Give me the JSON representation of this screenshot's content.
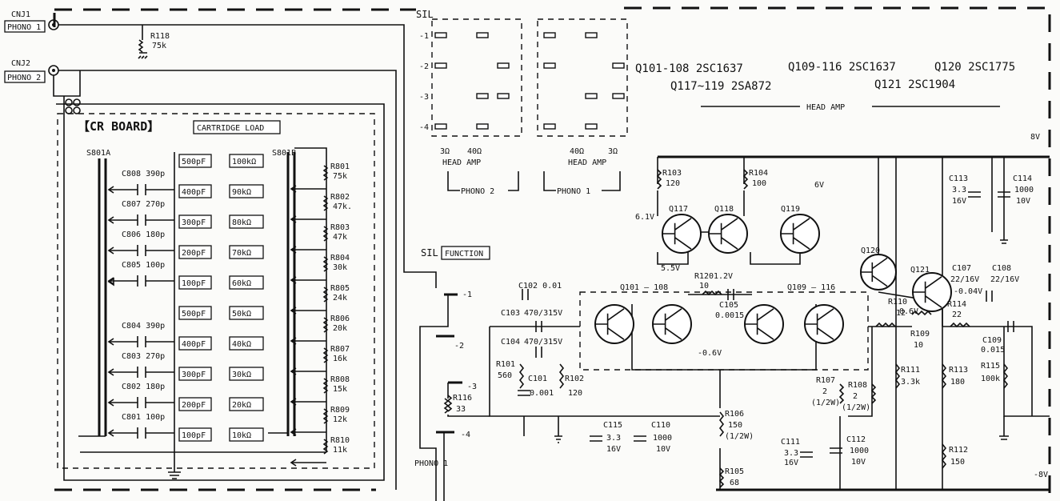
{
  "connectors": {
    "cnj1": "CNJ1",
    "phono1": "PHONO 1",
    "cnj2": "CNJ2",
    "phono2": "PHONO 2"
  },
  "r118": {
    "ref": "R118",
    "value": "75k"
  },
  "cr_board": {
    "title": "【CR BOARD】",
    "cartridge_load": "CARTRIDGE LOAD",
    "switch_a": "S801A",
    "switch_b": "S801B",
    "capacitors": [
      {
        "ref": "C808",
        "value": "390p"
      },
      {
        "ref": "C807",
        "value": "270p"
      },
      {
        "ref": "C806",
        "value": "180p"
      },
      {
        "ref": "C805",
        "value": "100p"
      },
      {
        "ref": "C804",
        "value": "390p"
      },
      {
        "ref": "C803",
        "value": "270p"
      },
      {
        "ref": "C802",
        "value": "180p"
      },
      {
        "ref": "C801",
        "value": "100p"
      }
    ],
    "cap_labels": [
      "500pF",
      "400pF",
      "300pF",
      "200pF",
      "100pF",
      "500pF",
      "400pF",
      "300pF",
      "200pF",
      "100pF"
    ],
    "res_labels": [
      "100kΩ",
      "90kΩ",
      "80kΩ",
      "70kΩ",
      "60kΩ",
      "50kΩ",
      "40kΩ",
      "30kΩ",
      "20kΩ",
      "10kΩ"
    ],
    "resistors": [
      {
        "ref": "R801",
        "value": "75k"
      },
      {
        "ref": "R802",
        "value": "47k."
      },
      {
        "ref": "R803",
        "value": "47k"
      },
      {
        "ref": "R804",
        "value": "30k"
      },
      {
        "ref": "R805",
        "value": "24k"
      },
      {
        "ref": "R806",
        "value": "20k"
      },
      {
        "ref": "R807",
        "value": "16k"
      },
      {
        "ref": "R808",
        "value": "15k"
      },
      {
        "ref": "R809",
        "value": "12k"
      },
      {
        "ref": "R810",
        "value": "11k"
      }
    ]
  },
  "sil": {
    "label": "SIL",
    "pins": [
      "-1",
      "-2",
      "-3",
      "-4"
    ],
    "phono2_head": "3Ω",
    "phono2_amp": "40Ω",
    "phono1_head": "40Ω",
    "phono1_amp": "3Ω",
    "head_amp": "HEAD AMP",
    "phono2": "PHONO 2",
    "phono1": "PHONO 1"
  },
  "function": {
    "sil": "SIL",
    "label": "FUNCTION",
    "pins": [
      "-1",
      "-2",
      "-3",
      "-4"
    ],
    "phono1": "PHONO 1"
  },
  "transistor_notes": {
    "q101": "Q101-108 2SC1637",
    "q117": "Q117~119 2SA872",
    "q109": "Q109-116 2SC1637",
    "q120": "Q120 2SC1775",
    "q121": "Q121 2SC1904",
    "head_amp": "HEAD AMP"
  },
  "parts": {
    "r103": {
      "ref": "R103",
      "value": "120"
    },
    "r104": {
      "ref": "R104",
      "value": "100"
    },
    "q117": "Q117",
    "q118": "Q118",
    "q119": "Q119",
    "v61": "6.1V",
    "v6": "6V",
    "v55": "5.5V",
    "r120": "R120",
    "v12": "1.2V",
    "r120_val": "10",
    "c105": {
      "ref": "C105",
      "value": "0.0015"
    },
    "q101_108": "Q101 — 108",
    "q109_116": "Q109 — 116",
    "v06n": "-0.6V",
    "c102": "C102 0.01",
    "c103": "C103",
    "c103_val": "470/315V",
    "c104": "C104",
    "c104_val": "470/315V",
    "r101": {
      "ref": "R101",
      "value": "560"
    },
    "c101": {
      "ref": "C101",
      "value": "0.001"
    },
    "r102": {
      "ref": "R102",
      "value": "120"
    },
    "r116": {
      "ref": "R116",
      "value": "33"
    },
    "c115": {
      "ref": "C115",
      "value": "3.3",
      "volt": "16V"
    },
    "c110": {
      "ref": "C110",
      "value": "1000",
      "volt": "10V"
    },
    "r106": {
      "ref": "R106",
      "value": "150",
      "watt": "(1/2W)"
    },
    "r105": {
      "ref": "R105",
      "value": "68"
    },
    "r107": {
      "ref": "R107",
      "value": "2",
      "watt": "(1/2W)"
    },
    "r108": {
      "ref": "R108",
      "value": "2",
      "watt": "(1/2W)"
    },
    "c111": {
      "ref": "C111",
      "value": "3.3",
      "volt": "16V"
    },
    "c112": {
      "ref": "C112",
      "value": "1000",
      "volt": "10V"
    },
    "q120": "Q120",
    "q121": "Q121",
    "r110": {
      "ref": "R110",
      "value": "12"
    },
    "v06": "0.6V",
    "r109": {
      "ref": "R109",
      "value": "10"
    },
    "r114": {
      "ref": "R114",
      "value": "22"
    },
    "v004": "-0.04V",
    "c107": {
      "ref": "C107",
      "value": "22/16V"
    },
    "c108": {
      "ref": "C108",
      "value": "22/16V"
    },
    "c109": {
      "ref": "C109",
      "value": "0.015"
    },
    "r111": {
      "ref": "R111",
      "value": "3.3k"
    },
    "r113": {
      "ref": "R113",
      "value": "180"
    },
    "r115": {
      "ref": "R115",
      "value": "100k"
    },
    "r112": {
      "ref": "R112",
      "value": "150"
    },
    "c113": {
      "ref": "C113",
      "value": "3.3",
      "volt": "16V"
    },
    "c114": {
      "ref": "C114",
      "value": "1000",
      "volt": "10V"
    },
    "rail_pos": "8V",
    "rail_neg": "-8V"
  }
}
